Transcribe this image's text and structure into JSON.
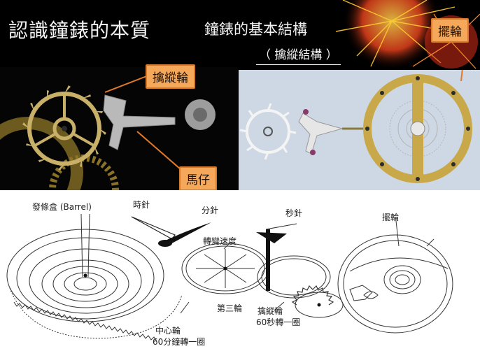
{
  "top": {
    "title": "認識鐘錶的本質",
    "subtitle": "鐘錶的基本結構",
    "subtitle2": "（ 擒縱結構 ）",
    "callouts": {
      "escape_wheel": "擒縱輪",
      "pallet_fork": "馬仔",
      "balance_wheel": "擺輪"
    },
    "colors": {
      "callout_fill": "#f6a85a",
      "gear_gold": "#c8b068",
      "photo_bg": "#cdd8e4"
    }
  },
  "diagram": {
    "labels": {
      "barrel": "發條盒 (Barrel)",
      "hour_hand": "時針",
      "minute_hand": "分針",
      "second_hand": "秒針",
      "motion_work": "轉變速度",
      "balance": "擺輪",
      "third_wheel": "第三輪",
      "escape_wheel": "擒縱輪",
      "escape_wheel_note": "60秒轉一圈",
      "center_wheel": "中心輪",
      "center_wheel_note": "60分鐘轉一圈"
    }
  }
}
